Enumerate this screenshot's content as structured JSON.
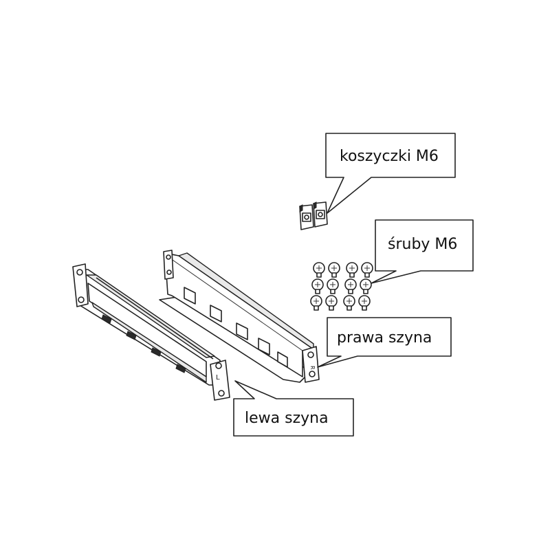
{
  "labels": {
    "cage_nuts": "koszyczki M6",
    "screws": "śruby M6",
    "right_rail": "prawa szyna",
    "left_rail": "lewa szyna"
  },
  "rail_marks": {
    "left": "L",
    "right": "R"
  },
  "colors": {
    "line": "#222222",
    "background": "#ffffff"
  }
}
